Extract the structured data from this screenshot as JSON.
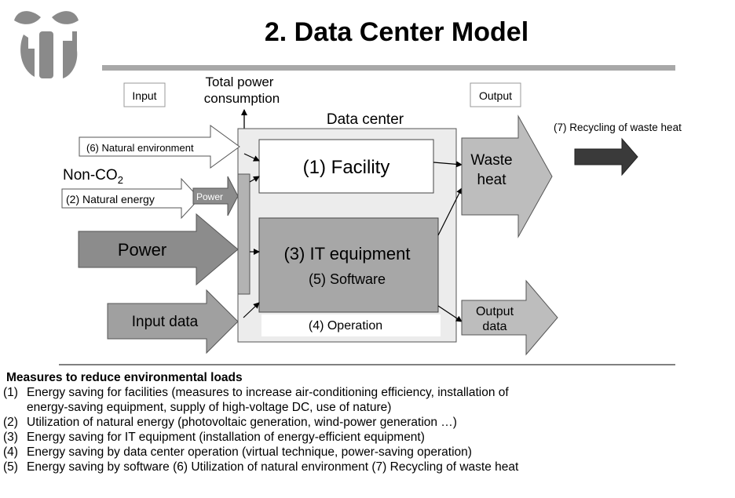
{
  "slide": {
    "title": "2. Data Center Model"
  },
  "diagram": {
    "input_label": "Input",
    "output_label": "Output",
    "total_power_line1": "Total power",
    "total_power_line2": "consumption",
    "data_center_label": "Data center",
    "natural_environment": "(6) Natural environment",
    "non_co2_prefix": "Non-CO",
    "non_co2_sub": "2",
    "natural_energy": "(2) Natural energy",
    "power_small": "Power",
    "power_big": "Power",
    "input_data": "Input data",
    "facility": "(1) Facility",
    "it_equipment": "(3) IT equipment",
    "software": "(5) Software",
    "operation": "(4) Operation",
    "waste_heat_line1": "Waste",
    "waste_heat_line2": "heat",
    "output_data_line1": "Output",
    "output_data_line2": "data",
    "recycling": "(7) Recycling of waste heat"
  },
  "measures": {
    "heading": "Measures to reduce environmental loads",
    "items": [
      {
        "num": "(1)",
        "text": "Energy saving for facilities (measures to increase air-conditioning efficiency, installation of",
        "cont": "energy-saving equipment, supply of high-voltage DC, use of nature)"
      },
      {
        "num": "(2)",
        "text": "Utilization of natural energy (photovoltaic generation, wind-power generation …)"
      },
      {
        "num": "(3)",
        "text": "Energy saving for IT equipment (installation of energy-efficient equipment)"
      },
      {
        "num": "(4)",
        "text": "Energy saving by data center operation (virtual technique, power-saving operation)"
      },
      {
        "num": "(5)",
        "text": "Energy saving by software (6) Utilization of natural environment (7) Recycling of waste heat"
      }
    ]
  }
}
